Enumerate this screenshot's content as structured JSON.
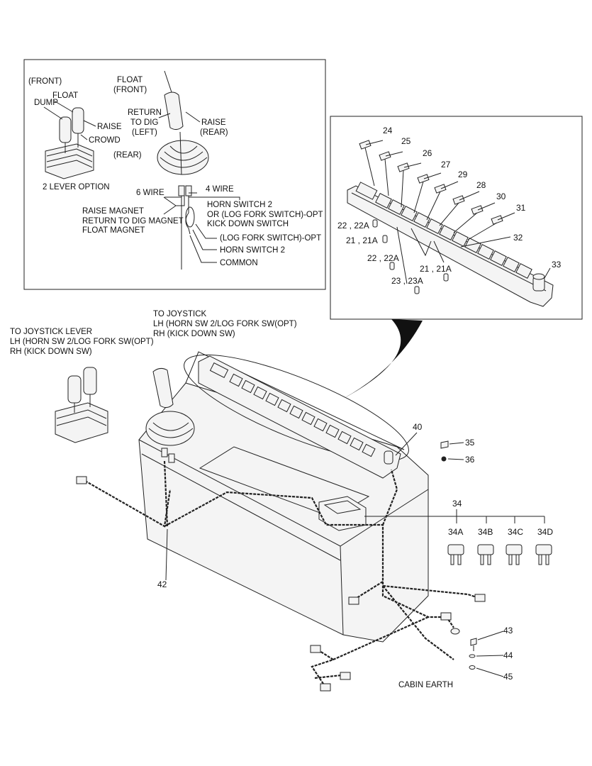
{
  "inset_left": {
    "front_top": "(FRONT)",
    "float": "FLOAT",
    "dump": "DUMP",
    "raise": "RAISE",
    "crowd": "CROWD",
    "rear": "(REAR)",
    "two_lever": "2 LEVER OPTION",
    "float2": "FLOAT",
    "front2": "(FRONT)",
    "return": "RETURN",
    "to_dig": "TO DIG",
    "left": "(LEFT)",
    "raise2": "RAISE",
    "rear2": "(REAR)",
    "six_wire": "6 WIRE",
    "four_wire": "4 WIRE",
    "raise_magnet": "RAISE MAGNET",
    "return_magnet": "RETURN TO DIG MAGNET",
    "float_magnet": "FLOAT MAGNET",
    "horn2_log": "HORN SWITCH 2",
    "or_log": "OR (LOG FORK SWITCH)-OPT",
    "kick_down": "KICK DOWN SWITCH",
    "log_fork": "(LOG FORK SWITCH)-OPT",
    "horn2": "HORN SWITCH 2",
    "common": "COMMON"
  },
  "inset_right": {
    "n24": "24",
    "n25": "25",
    "n26": "26",
    "n27": "27",
    "n29": "29",
    "n28": "28",
    "n30": "30",
    "n31": "31",
    "n32": "32",
    "n33": "33",
    "n22_22a": "22 , 22A",
    "n21_21a": "21 , 21A",
    "n22a": "22 , 22A",
    "n21_21a_b": "21 , 21A",
    "n23_23a": "23 , 23A"
  },
  "main": {
    "to_joystick_lever": "TO JOYSTICK LEVER",
    "lh_lever": "LH (HORN SW 2/LOG FORK SW(OPT)",
    "rh_lever": "RH (KICK DOWN SW)",
    "to_joystick": "TO JOYSTICK",
    "lh_joy": "LH (HORN SW 2/LOG FORK SW(OPT)",
    "rh_joy": "RH (KICK DOWN SW)",
    "n40": "40",
    "n35": "35",
    "n36": "36",
    "n34": "34",
    "n34a": "34A",
    "n34b": "34B",
    "n34c": "34C",
    "n34d": "34D",
    "n42": "42",
    "n43": "43",
    "n44": "44",
    "n45": "45",
    "cabin_earth": "CABIN EARTH"
  }
}
